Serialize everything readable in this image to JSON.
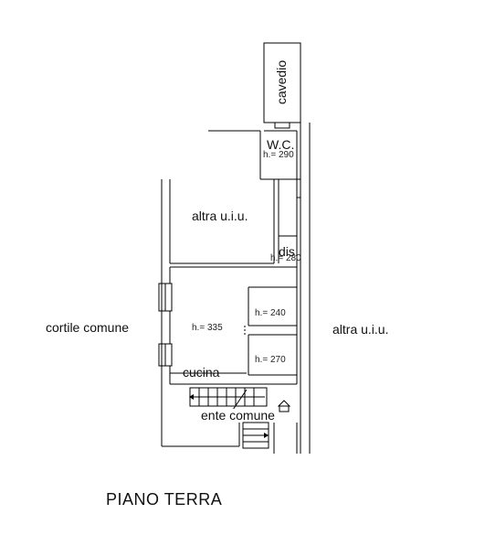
{
  "labels": {
    "cavedio": "cavedio",
    "wc": "W.C.",
    "wc_height": "h.= 290",
    "altra_uiu_top": "altra u.i.u.",
    "dis": "dis.",
    "dis_height": "h.= 280",
    "cortile_comune": "cortile comune",
    "main_height": "h.= 335",
    "room_240": "h.= 240",
    "room_270": "h.= 270",
    "altra_uiu_right": "altra u.i.u.",
    "cucina": "cucina",
    "ente_comune": "ente comune"
  },
  "title": "PIANO TERRA"
}
